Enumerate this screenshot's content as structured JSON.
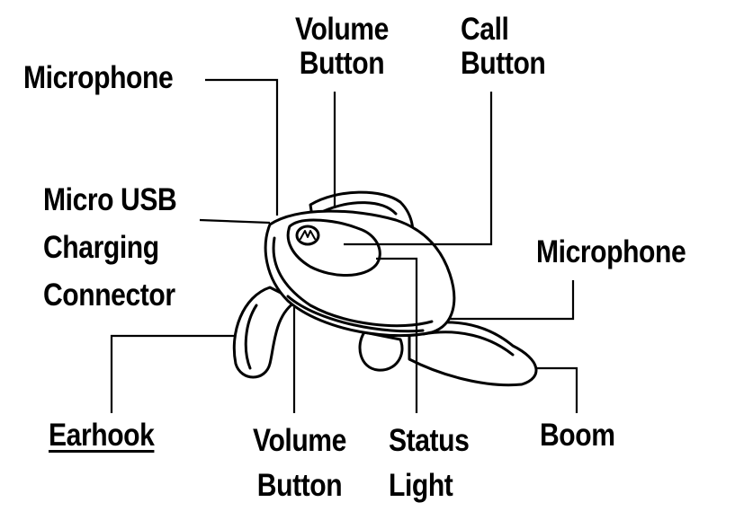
{
  "labels": {
    "microphone_left": "Microphone",
    "volume_button_top": [
      "Volume",
      "Button"
    ],
    "call_button": [
      "Call",
      "Button"
    ],
    "micro_usb": [
      "Micro USB",
      "Charging",
      "Connector"
    ],
    "microphone_right": "Microphone",
    "earhook": "Earhook",
    "volume_button_bottom": [
      "Volume",
      "Button"
    ],
    "status_light": [
      "Status",
      "Light"
    ],
    "boom": "Boom"
  }
}
